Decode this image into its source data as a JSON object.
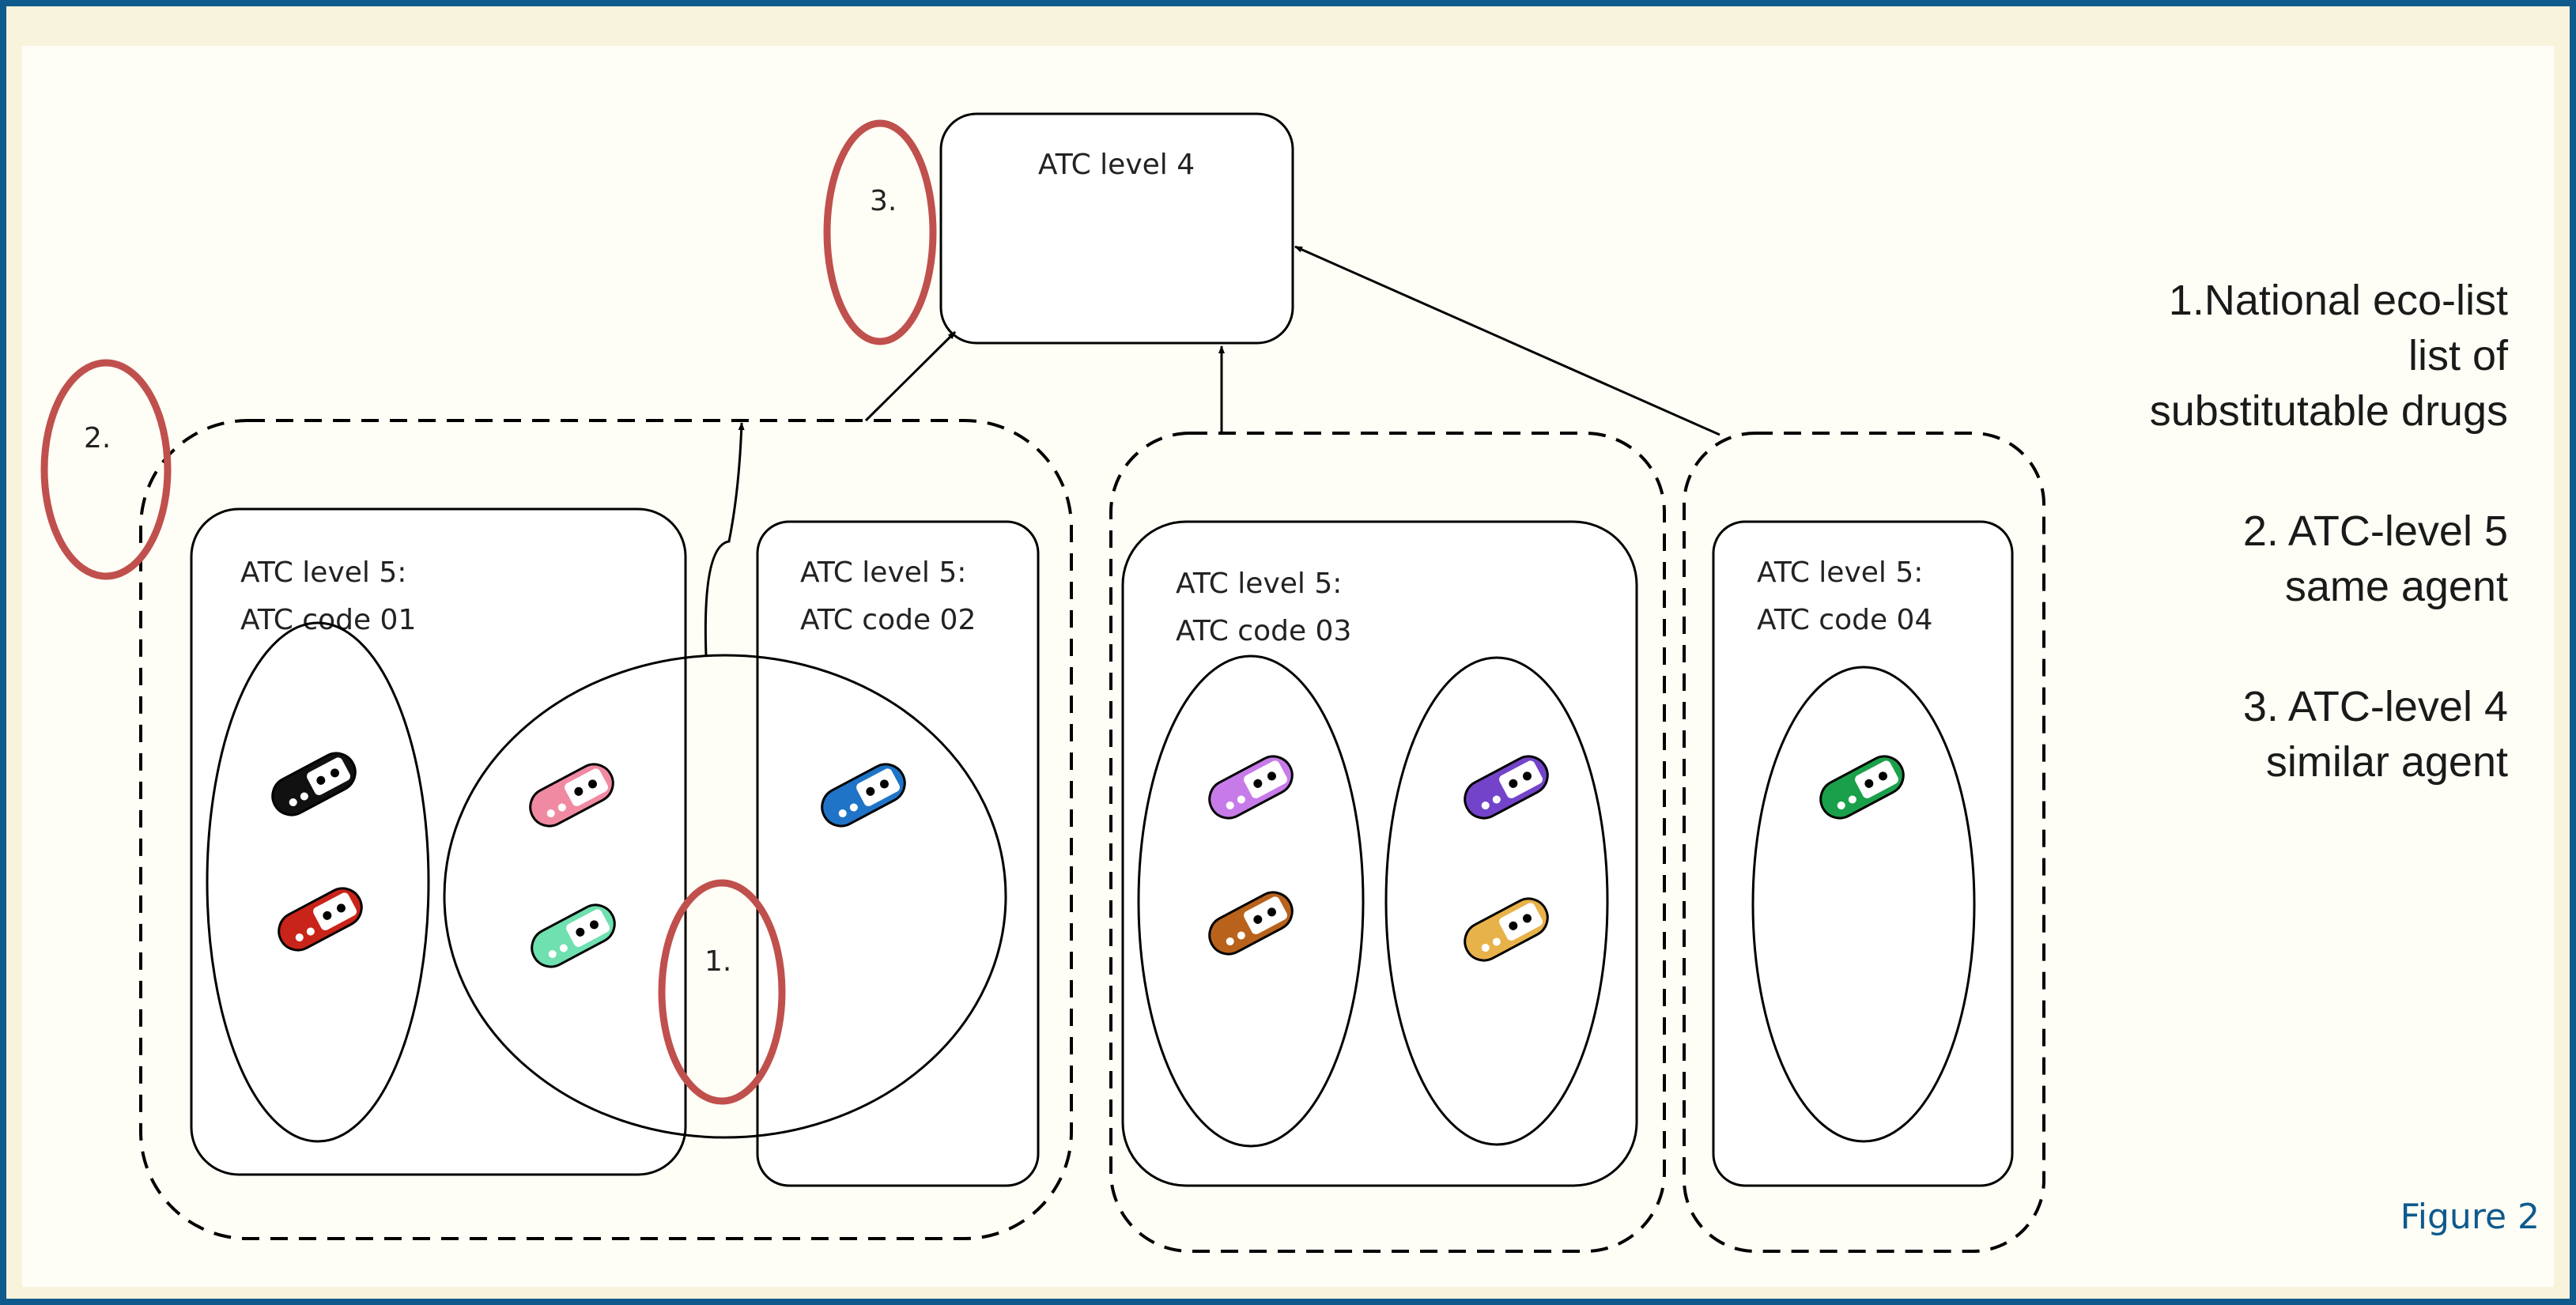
{
  "diagram": {
    "top_box_label": "ATC level 4",
    "groups": [
      {
        "title_line1": "ATC level 5:",
        "title_line2": "ATC code 01"
      },
      {
        "title_line1": "ATC level 5:",
        "title_line2": "ATC code 02"
      },
      {
        "title_line1": "ATC level 5:",
        "title_line2": "ATC code 03"
      },
      {
        "title_line1": "ATC level 5:",
        "title_line2": "ATC code 04"
      }
    ],
    "markers": {
      "one": "1.",
      "two": "2.",
      "three": "3."
    },
    "pill_colors": {
      "black": "#111111",
      "red": "#c8241a",
      "pink": "#f08aa2",
      "mint": "#6fe0b0",
      "blue": "#1f74c7",
      "lilac": "#c77be8",
      "brown": "#b8621c",
      "purple": "#7344c9",
      "sand": "#e8b24a",
      "green": "#1aa04a"
    }
  },
  "legend": {
    "item1_line1": "1.National eco-list",
    "item1_line2": "list of",
    "item1_line3": "substitutable drugs",
    "item2_line1": "2. ATC-level 5",
    "item2_line2": "same agent",
    "item3_line1": "3. ATC-level 4",
    "item3_line2": "similar agent"
  },
  "caption": "Figure 2",
  "colors": {
    "background": "#f8f4dc",
    "border": "#0f5a8c",
    "marker_ring": "#c0504d",
    "caption": "#0f5a8c"
  }
}
